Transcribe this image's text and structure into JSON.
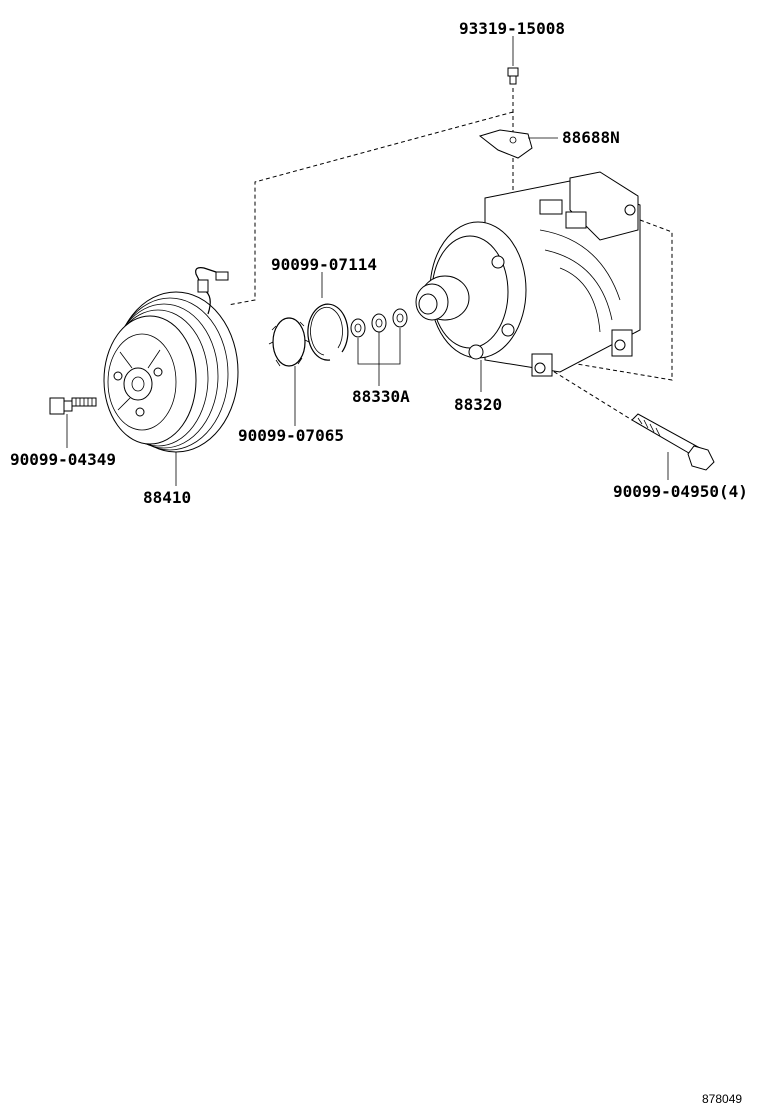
{
  "labels": {
    "bolt_top": "93319-15008",
    "bracket": "88688N",
    "ring_outer": "90099-07114",
    "ring_inner": "90099-07065",
    "shims": "88330A",
    "compressor": "88320",
    "bolt_left": "90099-04349",
    "clutch": "88410",
    "bolt_long": "90099-04950(4)"
  },
  "diagram_code": "878049"
}
